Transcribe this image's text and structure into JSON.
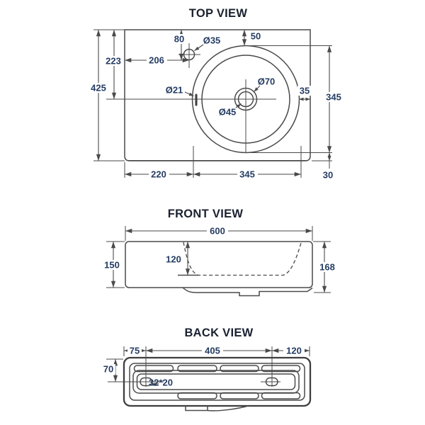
{
  "colors": {
    "line": "#4a4a4a",
    "outline": "#3e3e3e",
    "dim_text": "#253c63",
    "title_text": "#1a2130",
    "bg": "#ffffff"
  },
  "top_view": {
    "title": "TOP VIEW",
    "dims": {
      "overall_depth": "425",
      "drain_center_from_top": "223",
      "tap_hole_from_top": "80",
      "tap_hole_from_left": "206",
      "tap_hole_diameter": "Ø35",
      "bowl_from_top": "50",
      "overflow_diameter": "Ø21",
      "drain_outer_diameter": "Ø70",
      "drain_inner_diameter": "Ø45",
      "bowl_from_right": "35",
      "bowl_diameter_vertical": "345",
      "bowl_from_left": "220",
      "bowl_diameter_horizontal": "345",
      "bowl_from_bottom": "30"
    }
  },
  "front_view": {
    "title": "FRONT VIEW",
    "dims": {
      "overall_width": "600",
      "height_left": "150",
      "bowl_depth": "120",
      "overall_height": "168"
    }
  },
  "back_view": {
    "title": "BACK VIEW",
    "dims": {
      "hole_from_left": "75",
      "holes_span": "405",
      "hole_from_right": "120",
      "hole_from_top": "70",
      "slot_size": "32*20"
    }
  }
}
